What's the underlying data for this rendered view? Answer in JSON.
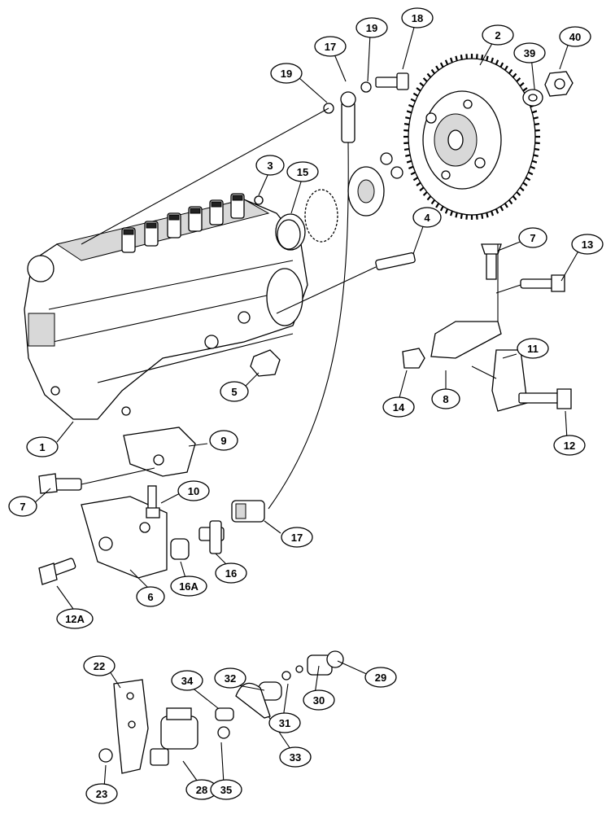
{
  "callouts": [
    {
      "id": "c1",
      "label": "1"
    },
    {
      "id": "c2",
      "label": "2"
    },
    {
      "id": "c3",
      "label": "3"
    },
    {
      "id": "c4",
      "label": "4"
    },
    {
      "id": "c5",
      "label": "5"
    },
    {
      "id": "c6",
      "label": "6"
    },
    {
      "id": "c7a",
      "label": "7"
    },
    {
      "id": "c7b",
      "label": "7"
    },
    {
      "id": "c8",
      "label": "8"
    },
    {
      "id": "c9",
      "label": "9"
    },
    {
      "id": "c10",
      "label": "10"
    },
    {
      "id": "c11",
      "label": "11"
    },
    {
      "id": "c12",
      "label": "12"
    },
    {
      "id": "c12a",
      "label": "12A"
    },
    {
      "id": "c13",
      "label": "13"
    },
    {
      "id": "c14",
      "label": "14"
    },
    {
      "id": "c15",
      "label": "15"
    },
    {
      "id": "c16",
      "label": "16"
    },
    {
      "id": "c16a",
      "label": "16A"
    },
    {
      "id": "c17a",
      "label": "17"
    },
    {
      "id": "c17b",
      "label": "17"
    },
    {
      "id": "c18",
      "label": "18"
    },
    {
      "id": "c19a",
      "label": "19"
    },
    {
      "id": "c19b",
      "label": "19"
    },
    {
      "id": "c22",
      "label": "22"
    },
    {
      "id": "c23",
      "label": "23"
    },
    {
      "id": "c28",
      "label": "28"
    },
    {
      "id": "c29",
      "label": "29"
    },
    {
      "id": "c30",
      "label": "30"
    },
    {
      "id": "c31",
      "label": "31"
    },
    {
      "id": "c32",
      "label": "32"
    },
    {
      "id": "c33",
      "label": "33"
    },
    {
      "id": "c34",
      "label": "34"
    },
    {
      "id": "c35",
      "label": "35"
    },
    {
      "id": "c39",
      "label": "39"
    },
    {
      "id": "c40",
      "label": "40"
    }
  ]
}
